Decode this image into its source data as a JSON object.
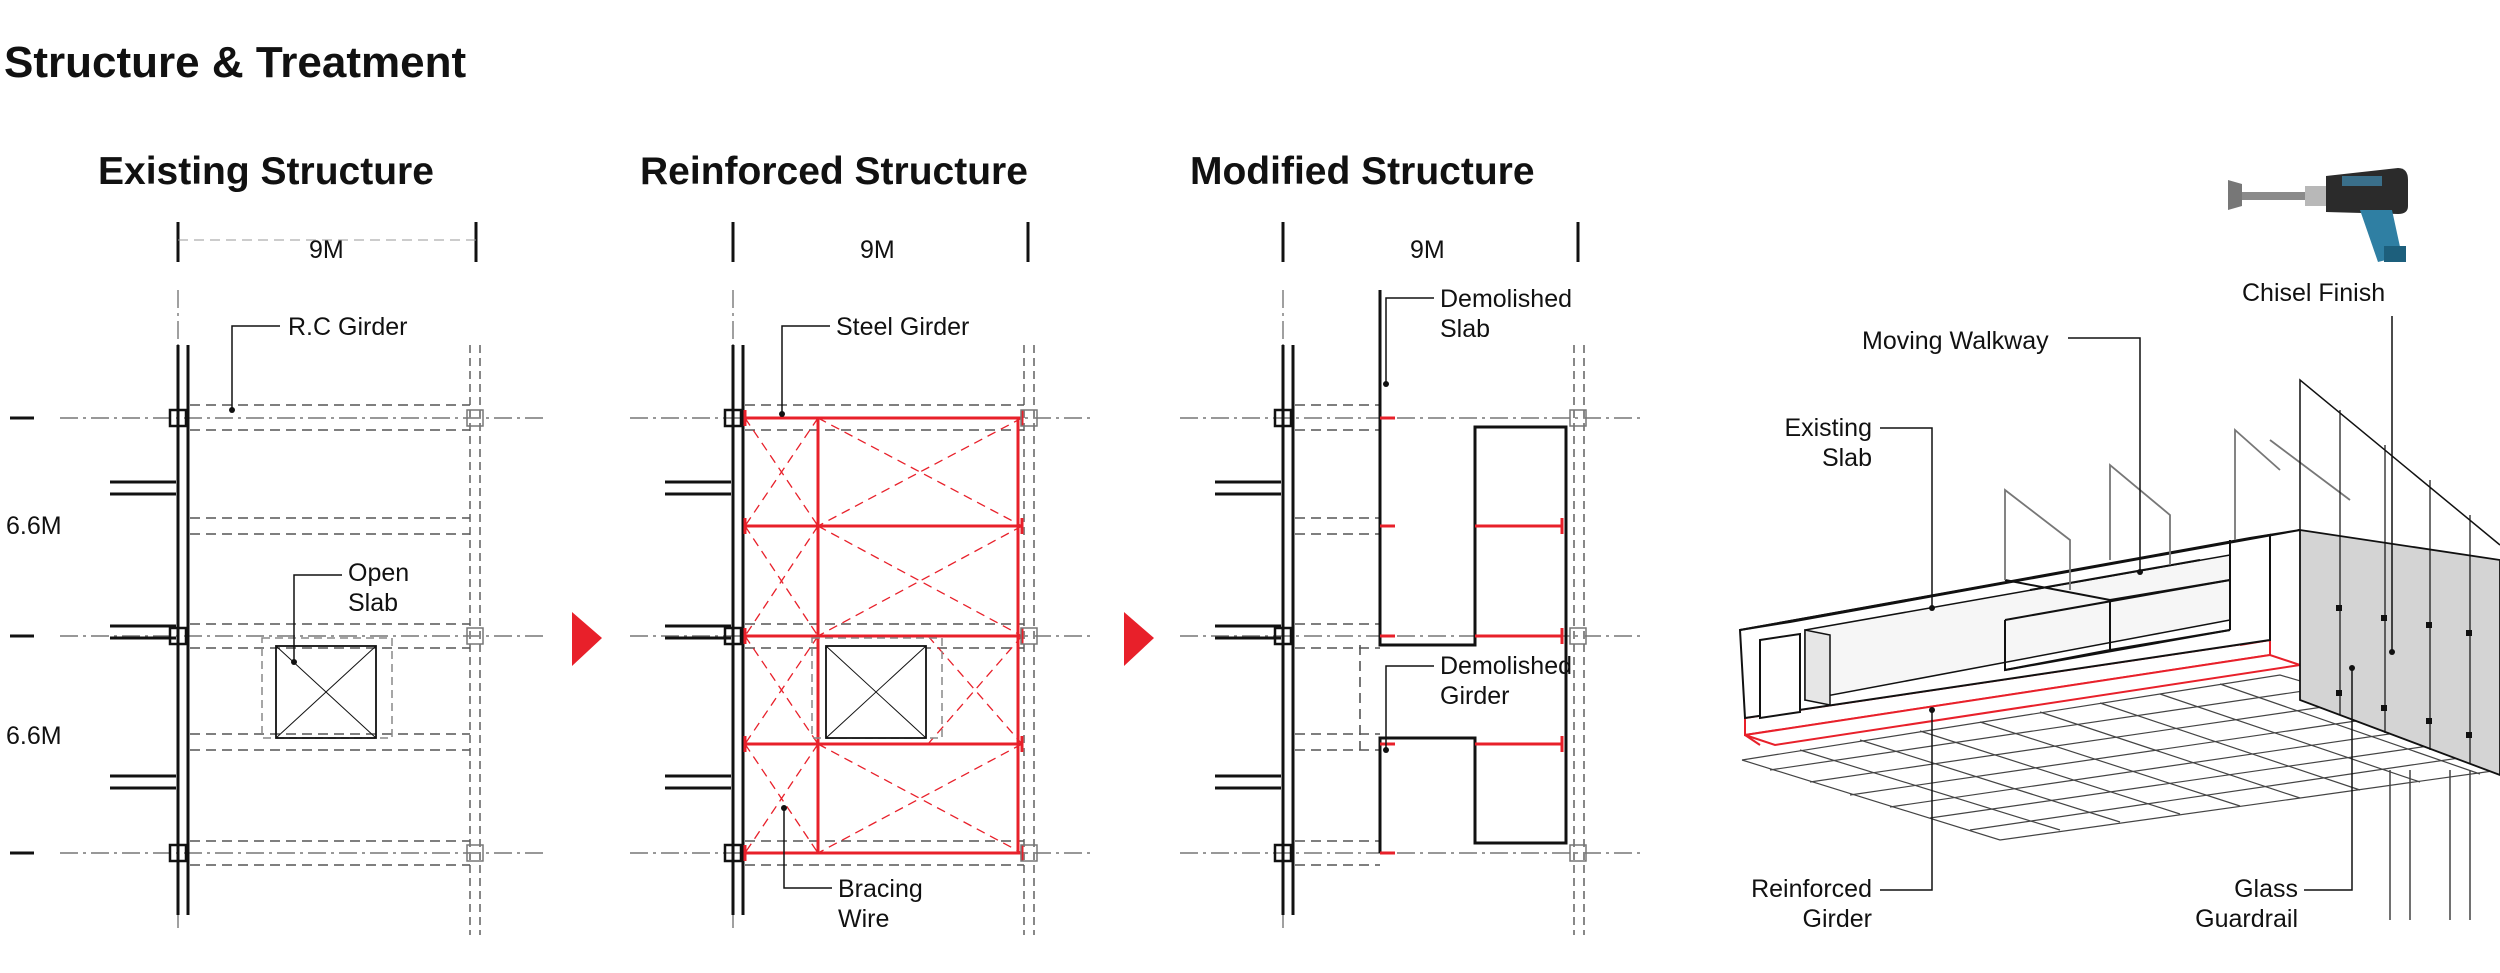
{
  "title": "Structure & Treatment",
  "panels": [
    {
      "title": "Existing Structure",
      "span": "9M",
      "rows": [
        "6.6M",
        "6.6M"
      ],
      "labels": {
        "top": "R.C Girder",
        "mid_1": "Open",
        "mid_2": "Slab"
      }
    },
    {
      "title": "Reinforced Structure",
      "span": "9M",
      "labels": {
        "top": "Steel Girder",
        "bottom_1": "Bracing",
        "bottom_2": "Wire"
      }
    },
    {
      "title": "Modified Structure",
      "span": "9M",
      "labels": {
        "top_1": "Demolished",
        "top_2": "Slab",
        "mid_1": "Demolished",
        "mid_2": "Girder"
      }
    }
  ],
  "axo": {
    "moving_walkway": "Moving Walkway",
    "chisel_finish": "Chisel Finish",
    "existing_slab_1": "Existing",
    "existing_slab_2": "Slab",
    "reinforced_girder_1": "Reinforced",
    "reinforced_girder_2": "Girder",
    "glass_guardrail_1": "Glass",
    "glass_guardrail_2": "Guardrail"
  },
  "colors": {
    "accent": "#e8202a",
    "line": "#111111",
    "grid": "#7a7a7a",
    "glass": "#d4d4d4"
  }
}
